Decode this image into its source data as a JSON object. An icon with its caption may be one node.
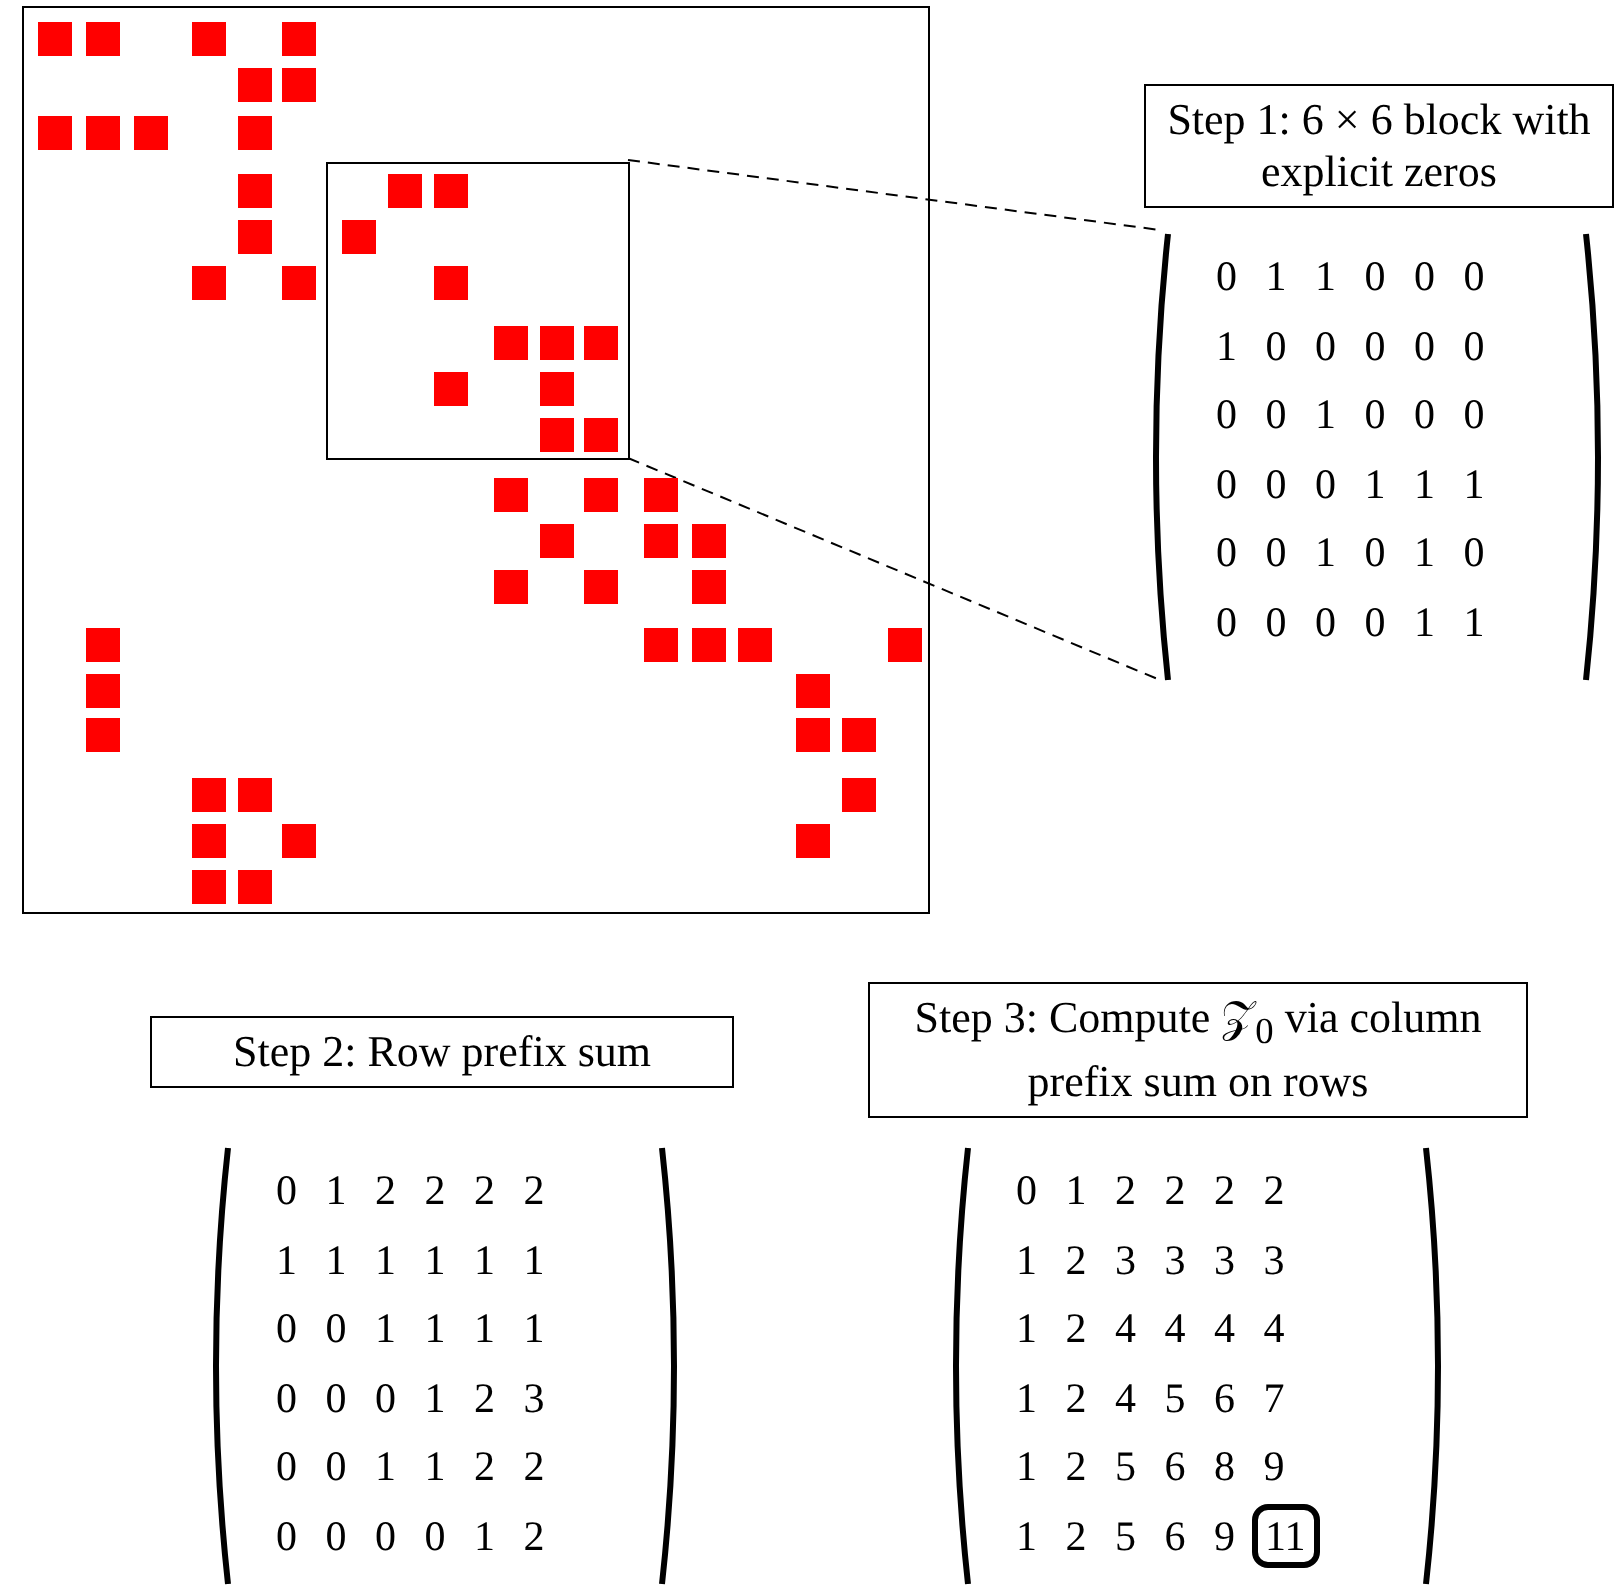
{
  "diagram": {
    "nodes": [
      {
        "text": [],
        "shape": "box"
      },
      {
        "text": [],
        "shape": "box",
        "in": 0
      },
      {
        "text": [
          "Step 1: 6 × 6 block with explicit zeros"
        ]
      },
      {
        "text": [
          "0 1 1 0 0 0",
          "1 0 0 0 0 0",
          "0 0 1 0 0 0",
          "0 0 0 1 1 1",
          "0 0 1 0 1 0",
          "0 0 0 0 1 1"
        ]
      },
      {
        "text": [
          "Step 2: Row prefix sum"
        ]
      },
      {
        "text": [
          "0 1 2 2 2 2",
          "1 1 1 1 1 1",
          "0 0 1 1 1 1",
          "0 0 0 1 2 3",
          "0 0 1 1 2 2",
          "0 0 0 0 1 2"
        ]
      },
      {
        "text": [
          "Step 3: Compute 𝒵$_{0}$ via column prefix sum on rows"
        ]
      },
      {
        "text": [
          "0 1 2 2 2 2",
          "1 2 3 3 3 3",
          "1 2 4 4 4 4",
          "1 2 4 5 6 7",
          "1 2 5 6 8 9",
          "1 2 5 6 9"
        ]
      },
      {
        "text": [
          "11"
        ],
        "in": 7
      }
    ],
    "edges": [
      {
        "from": 1,
        "to": 3,
        "arrow": "none",
        "style": "dashed"
      },
      {
        "from": 1,
        "to": 3,
        "arrow": "none",
        "style": "dashed"
      }
    ]
  }
}
